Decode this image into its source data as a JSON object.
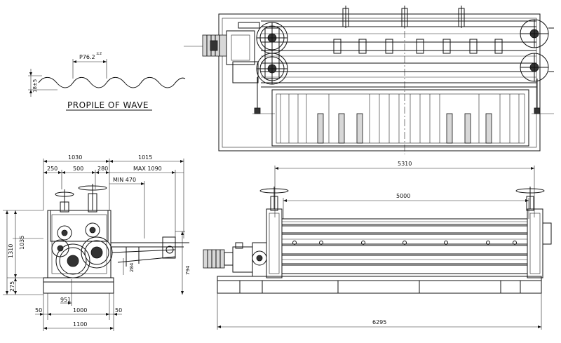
{
  "profile": {
    "title": "PROPILE OF WAVE",
    "pitch_label": "P76.2",
    "pitch_tolerance": "±2",
    "height_label": "18±5"
  },
  "side_view": {
    "dims": {
      "width_top_left": "1030",
      "width_top_right": "1015",
      "seg_250": "250",
      "seg_500": "500",
      "seg_280": "280",
      "max_reach": "MAX 1090",
      "min_reach": "MIN 470",
      "height_total": "1310",
      "height_1035": "1035",
      "height_275": "275",
      "table_284": "284",
      "table_794": "794",
      "offset_951": "951",
      "base_1000": "1000",
      "base_50_left": "50",
      "base_50_right": "50",
      "base_1100": "1100"
    }
  },
  "front_view": {
    "dims": {
      "roll_5310": "5310",
      "roll_5000": "5000",
      "overall_6295": "6295"
    }
  }
}
